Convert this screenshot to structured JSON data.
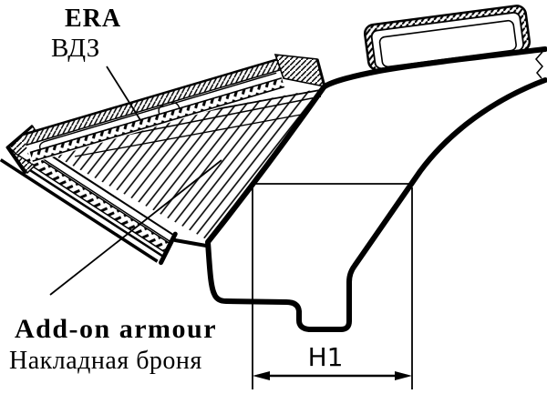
{
  "diagram": {
    "type": "technical-armour-scheme",
    "labels": {
      "era_en": "ERA",
      "era_ru": "ВДЗ",
      "addon_en": "Add-on armour",
      "addon_ru": "Накладная броня",
      "dimension_h1": "H1"
    },
    "colors": {
      "ink": "#000000",
      "background": "#ffffff"
    }
  }
}
